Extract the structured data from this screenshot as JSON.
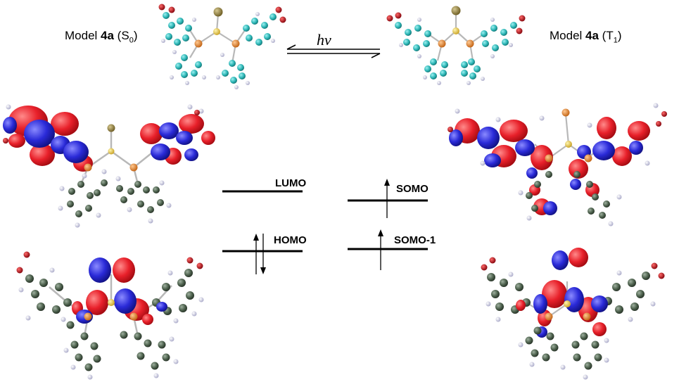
{
  "header": {
    "left_model": {
      "prefix": "Model ",
      "compound": "4a",
      "state_open": " (S",
      "state_sub": "0",
      "state_close": ")"
    },
    "right_model": {
      "prefix": "Model ",
      "compound": "4a",
      "state_open": " (T",
      "state_sub": "1",
      "state_close": ")"
    },
    "arrow_label": "hν"
  },
  "levels": {
    "lumo": "LUMO",
    "homo": "HOMO",
    "somo": "SOMO",
    "somo_minus_1": "SOMO-1"
  },
  "colors": {
    "orbital_positive": "#e8202a",
    "orbital_negative": "#2a2ad8",
    "carbon": "#4a5e4a",
    "carbon_ball_model": "#2bb5b5",
    "sulfur": "#e8c84a",
    "phosphorus": "#e0862a",
    "oxygen": "#c0141a",
    "gold": "#e8a030",
    "hydrogen": "#dcdcf0"
  }
}
